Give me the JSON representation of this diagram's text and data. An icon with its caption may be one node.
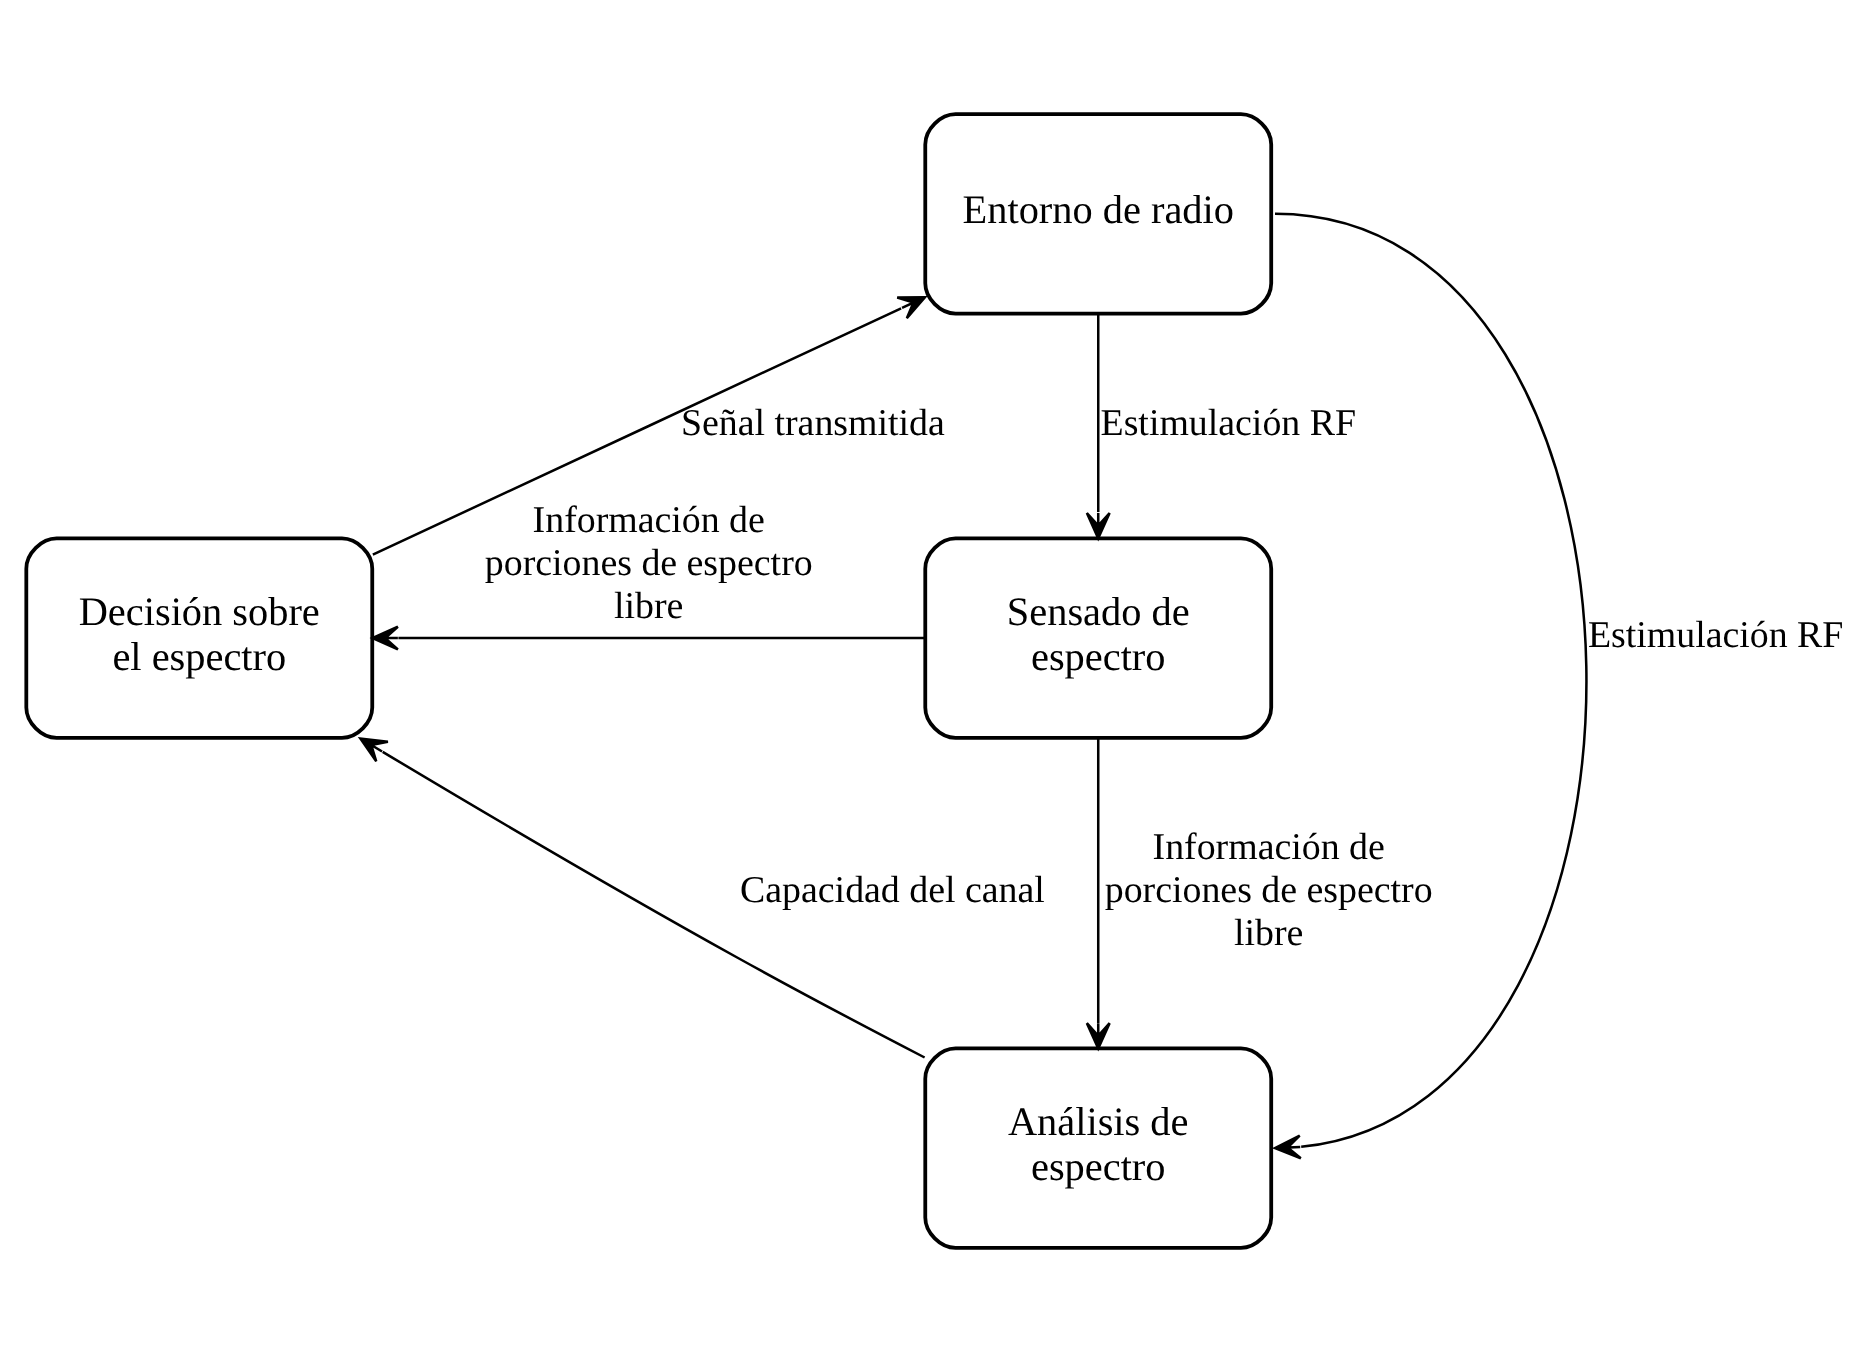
{
  "diagram": {
    "nodes": [
      {
        "text": [
          "Entorno de radio"
        ]
      },
      {
        "text": [
          "Decisión sobre el espectro"
        ]
      },
      {
        "text": [
          "Sensado de espectro"
        ]
      },
      {
        "text": [
          "Análisis de espectro"
        ]
      }
    ],
    "edges": [
      {
        "from": 0,
        "to": 2,
        "arrow": "to",
        "label": "Estimulación RF"
      },
      {
        "from": 0,
        "to": 3,
        "arrow": "to",
        "label": "Estimulación RF"
      },
      {
        "from": 2,
        "to": 1,
        "arrow": "to",
        "label": "Información de porciones de espectro libre"
      },
      {
        "from": 2,
        "to": 3,
        "arrow": "to",
        "label": "Información de porciones de espectro libre"
      },
      {
        "from": 3,
        "to": 1,
        "arrow": "to",
        "label": "Capacidad del canal"
      },
      {
        "from": 1,
        "to": 0,
        "arrow": "to",
        "label": "Señal transmitida"
      }
    ]
  }
}
